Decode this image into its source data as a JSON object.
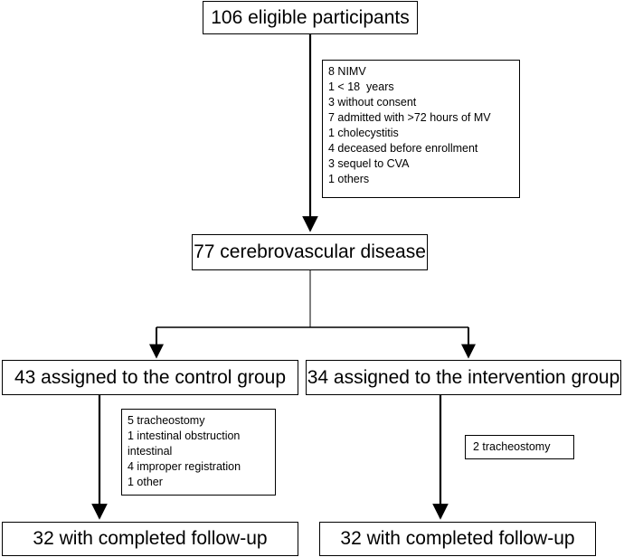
{
  "eligible": "106 eligible participants",
  "exclusions": [
    "8 NIMV",
    "1 < 18  years",
    "3 without consent",
    "7 admitted with >72 hours of MV",
    "1 cholecystitis",
    "4 deceased before enrollment",
    "3 sequel to CVA",
    "1 others"
  ],
  "cerebrovascular": "77 cerebrovascular disease",
  "control": {
    "assigned": "43 assigned to the control group",
    "losses": [
      "5 tracheostomy",
      "1 intestinal obstruction",
      "intestinal",
      "4 improper registration",
      "1 other"
    ],
    "completed": "32 with completed follow-up"
  },
  "intervention": {
    "assigned": "34 assigned to the intervention group",
    "losses": [
      "2 tracheostomy"
    ],
    "completed": "32 with completed follow-up"
  }
}
